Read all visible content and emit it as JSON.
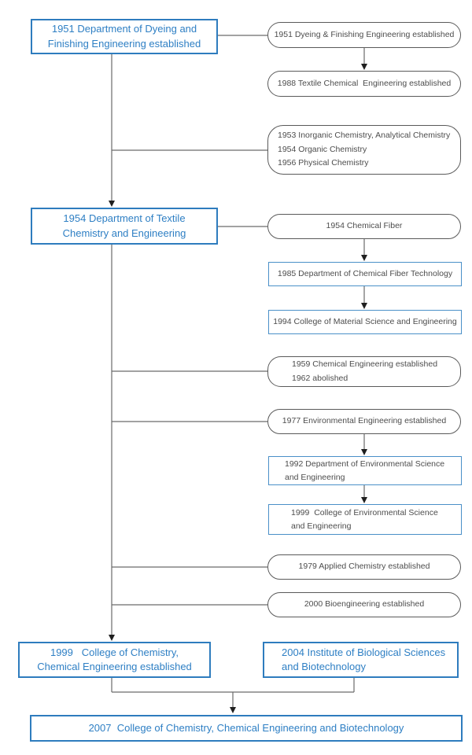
{
  "diagram_title": "Department history flowchart",
  "colors": {
    "accent_blue_border": "#2e7cbe",
    "accent_blue_text": "#2e7fc4",
    "right_blue_border": "#4a90c8",
    "gray_border": "#5a5a5a",
    "line_gray": "#6a6a6a",
    "arrow_black": "#1f1f1f",
    "gray_text": "#4d4d4d",
    "background": "#ffffff"
  },
  "nodes": {
    "dyeing_1951": {
      "line1": "1951 Department of Dyeing and",
      "line2": "Finishing Engineering established"
    },
    "r_dyeing_1951": {
      "line1": "1951 Dyeing & Finishing Engineering established"
    },
    "r_textile_1988": {
      "line1": "1988 Textile Chemical  Engineering established"
    },
    "r_chem_list": {
      "line1": "1953 Inorganic Chemistry, Analytical Chemistry",
      "line2": "1954 Organic Chemistry",
      "line3": "1956 Physical Chemistry"
    },
    "textile_1954": {
      "line1": "1954 Department of Textile",
      "line2": "Chemistry and Engineering"
    },
    "r_fiber_1954": {
      "line1": "1954 Chemical Fiber"
    },
    "r_fiber_1985": {
      "line1": "1985 Department of Chemical Fiber Technology"
    },
    "r_material_1994": {
      "line1": "1994 College of Material Science and Engineering"
    },
    "r_chemeng_1959": {
      "line1": "1959 Chemical Engineering established",
      "line2": "1962 abolished"
    },
    "r_env_1977": {
      "line1": "1977 Environmental Engineering established"
    },
    "r_env_1992": {
      "line1": "1992 Department of Environmental Science",
      "line2": "and Engineering"
    },
    "r_env_1999": {
      "line1": "1999  College of Environmental Science",
      "line2": "and Engineering"
    },
    "r_applied_1979": {
      "line1": "1979 Applied Chemistry established"
    },
    "r_bio_2000": {
      "line1": "2000 Bioengineering established"
    },
    "chem_1999": {
      "line1": "1999   College of Chemistry,",
      "line2": "Chemical Engineering established"
    },
    "bio_2004": {
      "line1": "2004 Institute of Biological Sciences",
      "line2": "and Biotechnology"
    },
    "college_2007": {
      "line1": "2007  College of Chemistry, Chemical Engineering and Biotechnology"
    }
  }
}
